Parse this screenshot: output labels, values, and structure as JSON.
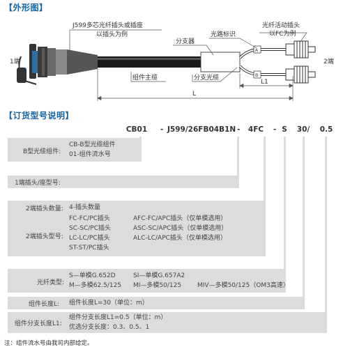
{
  "sections": {
    "appearance_title": "【外形图】",
    "order_title": "【订货型号说明】"
  },
  "diagram": {
    "end1": "1端",
    "end2": "2端",
    "connector_note_line1": "J599多芯光纤插头或插座",
    "connector_note_line2": "以插头为例",
    "splitter": "分支器",
    "path_mark": "光路标识",
    "fiber_conn_line1": "光纤活动插头",
    "fiber_conn_line2": "以FC为例",
    "main_cable": "组件主缆",
    "branch_cable": "分支光缆",
    "l1": "L1",
    "l": "L",
    "mark_a": "A",
    "mark_b": "B"
  },
  "model_codes": {
    "c1": "CB01",
    "c2": "J599/26FB04B1N",
    "c3": "4FC",
    "c4": "S",
    "c5": "30/",
    "c6": "0.5",
    "dash": "-"
  },
  "rows": {
    "r1": {
      "label": "B型光缆组件:",
      "v1": "CB-B型光缆组件",
      "v2": "01-组件流水号"
    },
    "r2": {
      "label": "1端插头/座型号:"
    },
    "r3": {
      "label_count": "2端插头数量:",
      "count_value": "4-插头数量",
      "label_type": "2端插头型号:",
      "left": [
        "FC-FC/PC插头",
        "SC-SC/PC插头",
        "LC-LC/PC插头",
        "ST-ST/PC插头"
      ],
      "right": [
        "AFC-FC/APC插头（仅单模选用）",
        "ASC-SC/APC插头（仅单模选用）",
        "ALC-LC/APC插头（仅单模选用）"
      ]
    },
    "r4": {
      "label": "光纤类型:",
      "a1": "S—单模G.652D",
      "a2": "SI—单模G.657A2",
      "b1": "M—多模62.5/125",
      "b2": "MI—多模50/125",
      "b3": "MIV—多模50/125（OM3高速）"
    },
    "r5": {
      "label": "组件长度L:",
      "value": "组件长度L=30（单位：m）"
    },
    "r6": {
      "label": "组件分支长度L1:",
      "v1": "组件分支长度L1=0.5（单位：m）",
      "v2": "优选分支长度：0.3、0.5、1"
    }
  },
  "footnote": "注：组件流水号由我司内部给定。"
}
